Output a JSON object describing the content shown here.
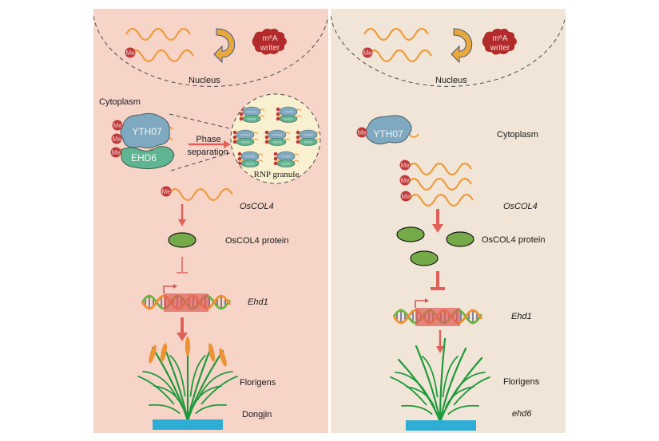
{
  "figure": {
    "description": "Model of m6A-YTH07-EHD6 phase separation regulating OsCOL4 and flowering in rice",
    "colors": {
      "left_panel_bg": "#f7d4c8",
      "right_panel_bg": "#f0e5d6",
      "mrna": "#ef9a3a",
      "methyl_badge": "#c0393b",
      "writer_cloud": "#b22a2a",
      "yth07": "#7fa9c0",
      "ehd6": "#5fb592",
      "protein_green": "#74ab48",
      "arrow": "#e0605a",
      "granule_bg": "#f8f0cf",
      "soil": "#2eaed6",
      "plant": "#1e9a3c",
      "panicle": "#ee9334",
      "curved_arrow_fill": "#e7a93b",
      "curved_arrow_stroke": "#49548a"
    }
  },
  "left_panel": {
    "nucleus_label": "Nucleus",
    "writer_label_line1": "m⁶A",
    "writer_label_line2": "writer",
    "methyl_label": "Me",
    "cytoplasm_label": "Cytoplasm",
    "yth07_label": "YTH07",
    "ehd6_label": "EHD6",
    "phase_label_line1": "Phase",
    "phase_label_line2": "separation",
    "granule_label": "RNP granule",
    "granule_yth_label": "YTH07",
    "granule_ehd_label": "EHD6",
    "mrna_label": "OsCOL4",
    "protein_label": "OsCOL4 protein",
    "gene_label": "Ehd1",
    "florigen_label": "Florigens",
    "genotype_label": "Dongjin"
  },
  "right_panel": {
    "nucleus_label": "Nucleus",
    "writer_label_line1": "m⁶A",
    "writer_label_line2": "writer",
    "methyl_label": "Me",
    "cytoplasm_label": "Cytoplasm",
    "yth07_label": "YTH07",
    "mrna_label": "OsCOL4",
    "protein_label": "OsCOL4 protein",
    "gene_label": "Ehd1",
    "florigen_label": "Florigens",
    "genotype_label": "ehd6"
  }
}
